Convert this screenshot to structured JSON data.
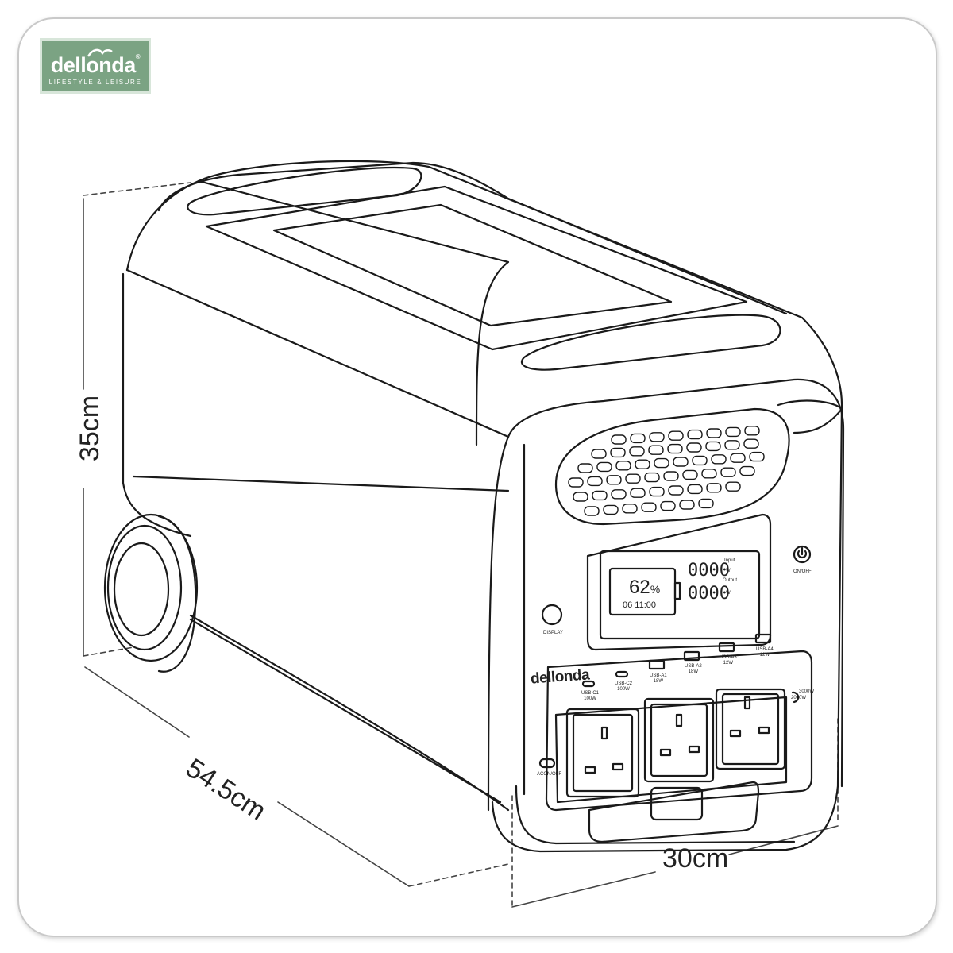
{
  "logo": {
    "name": "dellonda",
    "registered": "®",
    "tagline": "LIFESTYLE & LEISURE",
    "colors": {
      "background": "#7ba383",
      "border": "#d8e6da",
      "text": "#ffffff"
    }
  },
  "dimensions": {
    "height": "35cm",
    "depth": "54.5cm",
    "width": "30cm"
  },
  "display": {
    "battery_percent": "62",
    "percent_sign": "%",
    "clock": "06  11:00",
    "input_value": "0000",
    "input_label": "Input",
    "output_value": "0000",
    "output_label": "Output",
    "unit": "W"
  },
  "controls": {
    "display_label": "DISPLAY",
    "power_label": "ON/OFF",
    "ac_label": "ACON/OFF"
  },
  "front_brand": "dellonda",
  "ports": [
    {
      "name": "USB-C1",
      "rating": "100W"
    },
    {
      "name": "USB-C2",
      "rating": "100W"
    },
    {
      "name": "USB-A1",
      "rating": "18W"
    },
    {
      "name": "USB-A2",
      "rating": "18W"
    },
    {
      "name": "USB-A3",
      "rating": "12W"
    },
    {
      "name": "USB-A4",
      "rating": "12W"
    }
  ],
  "ac_mode": {
    "line1": "3000W",
    "line2": "2000W"
  },
  "icons": [
    "power-icon",
    "usb-c-port-icon",
    "usb-a-port-icon",
    "uk-socket-icon",
    "wave-logo-icon"
  ]
}
